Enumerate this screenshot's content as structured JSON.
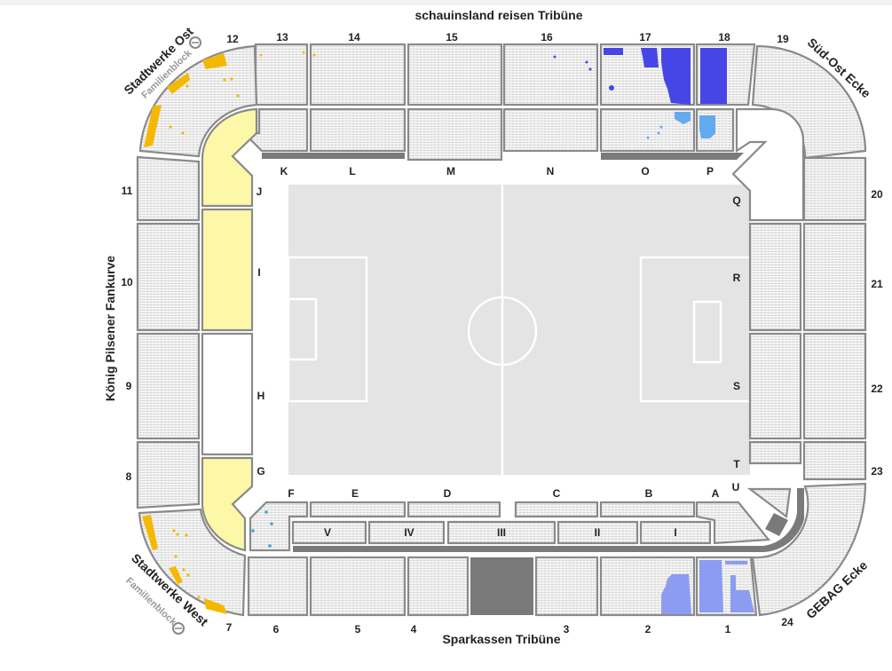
{
  "stands": {
    "north": "schauinsland reisen Tribüne",
    "south": "Sparkassen Tribüne",
    "west": "König Pilsener Fankurve"
  },
  "corners": {
    "nw": "Stadtwerke Ost",
    "nw_sub": "Familienblock",
    "ne": "Süd-Ost Ecke",
    "sw": "Stadtwerke West",
    "sw_sub": "Familienblock",
    "se": "GEBAG Ecke"
  },
  "blocks": [
    "1",
    "2",
    "3",
    "4",
    "5",
    "6",
    "7",
    "8",
    "9",
    "10",
    "11",
    "12",
    "13",
    "14",
    "15",
    "16",
    "17",
    "18",
    "19",
    "20",
    "21",
    "22",
    "23",
    "24"
  ],
  "letters": [
    "A",
    "B",
    "C",
    "D",
    "E",
    "F",
    "G",
    "H",
    "I",
    "J",
    "K",
    "L",
    "M",
    "N",
    "O",
    "P",
    "Q",
    "R",
    "S",
    "T",
    "U"
  ],
  "roman": [
    "I",
    "II",
    "III",
    "IV",
    "V"
  ],
  "colors": {
    "pitch": "#e4e4e4",
    "family_seats": "#f5b800",
    "selected_dark_blue": "#4646e6",
    "selected_light_blue": "#64aaf0",
    "selected_periwinkle": "#8c9cf0",
    "fan_block": "#fdf8a8"
  }
}
